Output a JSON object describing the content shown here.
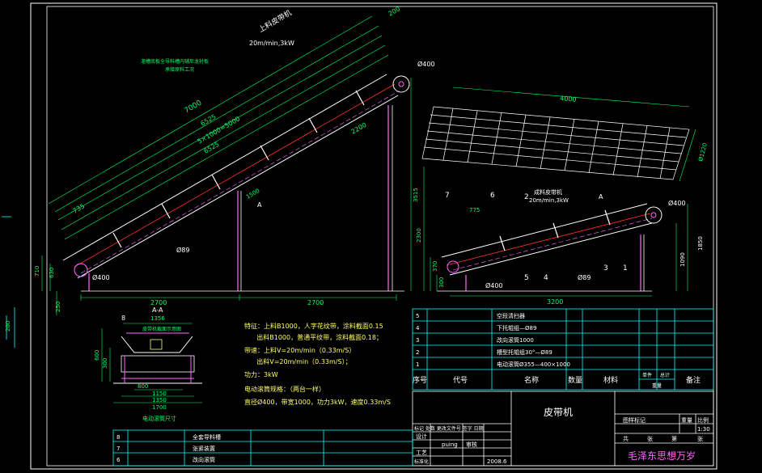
{
  "colors": {
    "background": "#000000",
    "frame": "#ffffff",
    "structure": "#ff66ff",
    "dimension": "#00ff66",
    "table": "#00ffff",
    "note": "#ffff66",
    "belt": "#ff3333",
    "text": "#ffffff"
  },
  "main_view": {
    "label_top": "上料皮带机",
    "label_speed": "20m/min,3kW",
    "label_guard": "溜槽底板全导料槽内铺尼龙衬板",
    "label_guard2": "承接原料工况",
    "dim_200": "200",
    "dim_d400_top": "Ø400",
    "dim_7000": "7000",
    "dim_6525a": "6525",
    "dim_5000": "5×1000=5000",
    "dim_6525b": "6525",
    "dim_735": "735",
    "dim_2200": "2200",
    "dim_d89": "Ø89",
    "dim_d400_bottom": "Ø400",
    "dim_710": "710",
    "dim_630": "630",
    "dim_250": "250",
    "dim_2700a": "2700",
    "dim_2700b": "2700",
    "dim_3515": "3515",
    "dim_1500": "1500",
    "dim_a": "A"
  },
  "side_view": {
    "dim_4000": "4000",
    "dim_1220": "Ø1220",
    "label_belt": "成料皮带机",
    "label_speed": "20m/min,3kW",
    "dim_d400": "Ø400",
    "dim_7": "7",
    "dim_6": "6",
    "dim_2": "2",
    "dim_775": "775",
    "dim_2300": "2300",
    "dim_1850": "1850",
    "dim_1090": "1090",
    "dim_370": "370",
    "dim_300": "300",
    "dim_d400_low": "Ø400",
    "dim_5": "5",
    "dim_4": "4",
    "dim_3": "3",
    "dim_1": "1",
    "dim_d89": "Ø89",
    "dim_3200": "3200",
    "dim_a": "A"
  },
  "section_view": {
    "title": "A-A",
    "dim_1356": "1356",
    "label_8": "8",
    "label_top": "皮带机截面示意图",
    "dim_600": "600",
    "dim_300": "300",
    "dim_800": "800",
    "dim_1150": "1150",
    "dim_1350": "1350",
    "dim_1700": "1700",
    "caption": "电动滚筒尺寸"
  },
  "left_marks": {
    "dim_200": "200"
  },
  "notes": [
    "特征：上料B1000，人字花纹带，涂料截面0.15",
    "      出料B1000，普通平纹带，涂料截面0.18；",
    "带速：上料V=20m/min（0.33m/S）",
    "      出料V=20m/min（0.33m/S）；",
    "功力：3kW",
    "电动滚筒规格：（两台一样）",
    "直径Ø400，带宽1000，功力3kW，速度0.33m/S"
  ],
  "bom": {
    "rows": [
      {
        "no": "5",
        "name": "空段清扫器",
        "spec": ""
      },
      {
        "no": "4",
        "name": "下托辊组—Ø89",
        "spec": ""
      },
      {
        "no": "3",
        "name": "改向滚筒1000",
        "spec": ""
      },
      {
        "no": "2",
        "name": "槽型托辊组30°—Ø89",
        "spec": ""
      },
      {
        "no": "1",
        "name": "电动滚筒Ø355—400×1000",
        "spec": ""
      }
    ],
    "headers": [
      "序号",
      "代号",
      "名称",
      "数量",
      "材料",
      "单件",
      "总计",
      "备注"
    ],
    "subheader": "重量"
  },
  "title_block": {
    "drawing_name": "皮带机",
    "company": "毛泽东思想万岁",
    "scale_label": "比例",
    "scale": "1:30",
    "sheet_labels": [
      "图样标记",
      "重量",
      "比例"
    ],
    "sheet_row": [
      "共",
      "张",
      "第",
      "张"
    ],
    "design": "设计",
    "designer": "puing",
    "check": "审核",
    "craft": "工艺",
    "standard": "标准化",
    "date": "2008.6",
    "change_row": "标记 处数 更改文件号 签字 日期"
  },
  "small_table": {
    "rows": [
      {
        "no": "8",
        "name": "全套导料槽"
      },
      {
        "no": "7",
        "name": "张紧装置"
      },
      {
        "no": "6",
        "name": "改向滚筒"
      }
    ]
  }
}
